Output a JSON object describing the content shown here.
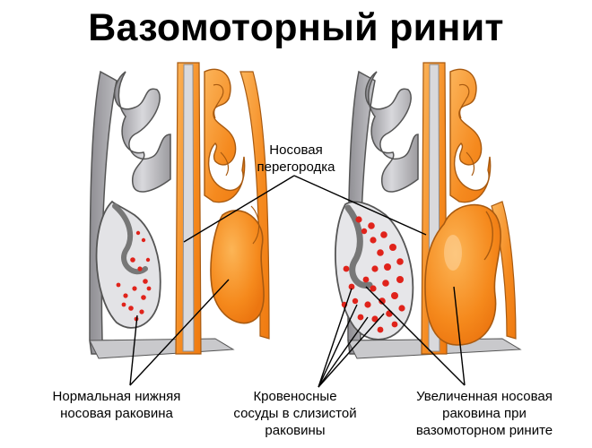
{
  "title": "Вазомоторный ринит",
  "labels": {
    "septum": [
      "Носовая",
      "перегородка"
    ],
    "normal_turbinate": [
      "Нормальная нижняя",
      "носовая раковина"
    ],
    "vessels": [
      "Кровеносные",
      "сосуды в слизистой",
      "раковины"
    ],
    "enlarged_turbinate": [
      "Увеличенная носовая",
      "раковина при",
      "вазомоторном рините"
    ]
  },
  "colors": {
    "mucosa_orange": "#f58a1f",
    "mucosa_light": "#fbb45a",
    "bone_grey": "#9c9b9f",
    "bone_light": "#e6e6e8",
    "vessel_red": "#e0231b",
    "leader_line": "#000000"
  }
}
